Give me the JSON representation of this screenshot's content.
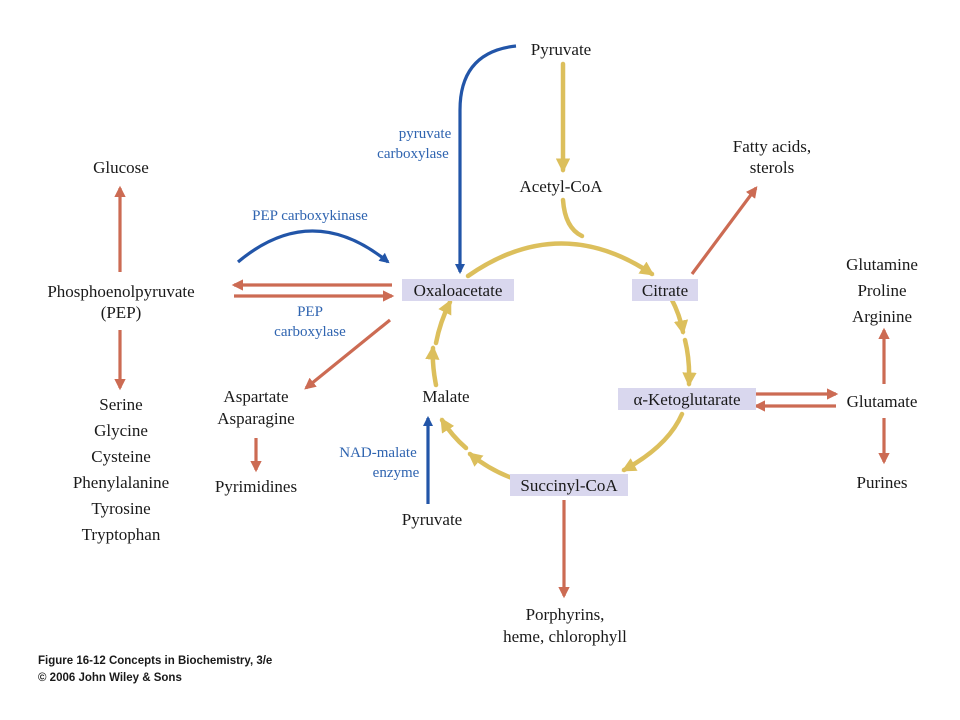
{
  "diagram": {
    "colors": {
      "cycle": "#dcbf5c",
      "biosynthesis": "#cc6b53",
      "anaplerotic": "#2255a8",
      "enzyme_text": "#2f64b0",
      "highlight": "#d9d7ee"
    },
    "cycle_intermediates": {
      "oxaloacetate": "Oxaloacetate",
      "citrate": "Citrate",
      "ketoglutarate": "α-Ketoglutarate",
      "succinyl_coa": "Succinyl-CoA",
      "malate": "Malate"
    },
    "metabolites": {
      "pyruvate_top": "Pyruvate",
      "acetyl_coa": "Acetyl-CoA",
      "fatty_acids": [
        "Fatty acids,",
        "sterols"
      ],
      "glucose": "Glucose",
      "pep": [
        "Phosphoenolpyruvate",
        "(PEP)"
      ],
      "amino_acids_pep": [
        "Serine",
        "Glycine",
        "Cysteine",
        "Phenylalanine",
        "Tyrosine",
        "Tryptophan"
      ],
      "aspartate": [
        "Aspartate",
        "Asparagine"
      ],
      "pyrimidines": "Pyrimidines",
      "pyruvate_bottom": "Pyruvate",
      "porphyrins": [
        "Porphyrins,",
        "heme, chlorophyll"
      ],
      "glutamate_products": [
        "Glutamine",
        "Proline",
        "Arginine"
      ],
      "glutamate": "Glutamate",
      "purines": "Purines"
    },
    "enzymes": {
      "pyruvate_carboxylase": [
        "pyruvate",
        "carboxylase"
      ],
      "pep_carboxykinase": "PEP carboxykinase",
      "pep_carboxylase": [
        "PEP",
        "carboxylase"
      ],
      "nad_malate_enzyme": [
        "NAD-malate",
        "enzyme"
      ]
    },
    "caption": {
      "line1": "Figure 16-12  Concepts in Biochemistry, 3/e",
      "line2": "© 2006 John Wiley & Sons"
    }
  }
}
